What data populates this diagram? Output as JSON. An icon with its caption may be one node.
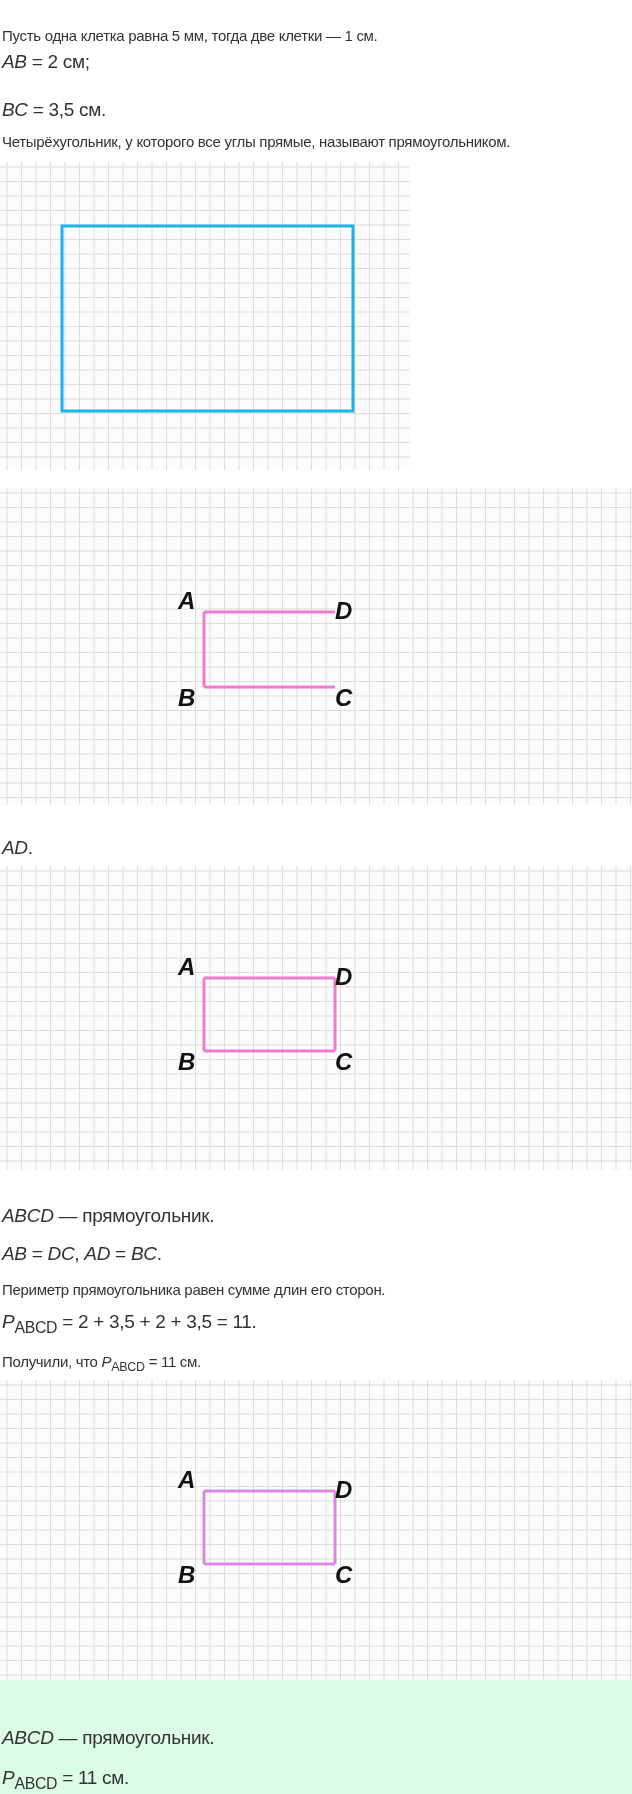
{
  "diagram": {
    "nodes": [
      {
        "text": [],
        "shape": "box"
      },
      {
        "text": [
          "A"
        ]
      },
      {
        "text": [
          "D"
        ]
      },
      {
        "text": [
          "B"
        ]
      },
      {
        "text": [
          "C"
        ]
      },
      {
        "text": [
          "A"
        ]
      },
      {
        "text": [
          "D"
        ]
      },
      {
        "text": [
          "B"
        ]
      },
      {
        "text": [
          "C"
        ]
      },
      {
        "text": [
          "A"
        ]
      },
      {
        "text": [
          "D"
        ]
      },
      {
        "text": [
          "B"
        ]
      },
      {
        "text": [
          "C"
        ]
      }
    ],
    "edges": [
      {
        "from": 1,
        "to": 2,
        "arrow": "none"
      },
      {
        "from": 1,
        "to": 3,
        "arrow": "none"
      },
      {
        "from": 3,
        "to": 4,
        "arrow": "none"
      },
      {
        "from": 5,
        "to": 6,
        "arrow": "none"
      },
      {
        "from": 6,
        "to": 8,
        "arrow": "none"
      },
      {
        "from": 8,
        "to": 7,
        "arrow": "none"
      },
      {
        "from": 7,
        "to": 5,
        "arrow": "none"
      },
      {
        "from": 9,
        "to": 10,
        "arrow": "none"
      },
      {
        "from": 10,
        "to": 12,
        "arrow": "none"
      },
      {
        "from": 12,
        "to": 11,
        "arrow": "none"
      },
      {
        "from": 11,
        "to": 9,
        "arrow": "none"
      }
    ],
    "labels": [
      "Пусть одна клетка равна 5 мм, тогда две клетки — 1 см.",
      "*AB* = 2 см;",
      "*BC* = 3,5 см.",
      "Четырёхугольник, у которого все углы прямые, называют прямоугольником.",
      "*AD*.",
      "*ABCD* — прямоугольник.",
      "*AB* = *DC*, *AD* = *BC*.",
      "Периметр прямоугольника равен сумме длин его сторон.",
      "*P*$_{ABCD}$ = 2 + 3,5 + 2 + 3,5 = 11.",
      "Получили, что *P*$_{ABCD}$ = 11 см.",
      "*ABCD* — прямоугольник.",
      "*P*$_{ABCD}$ = 11 см."
    ]
  }
}
